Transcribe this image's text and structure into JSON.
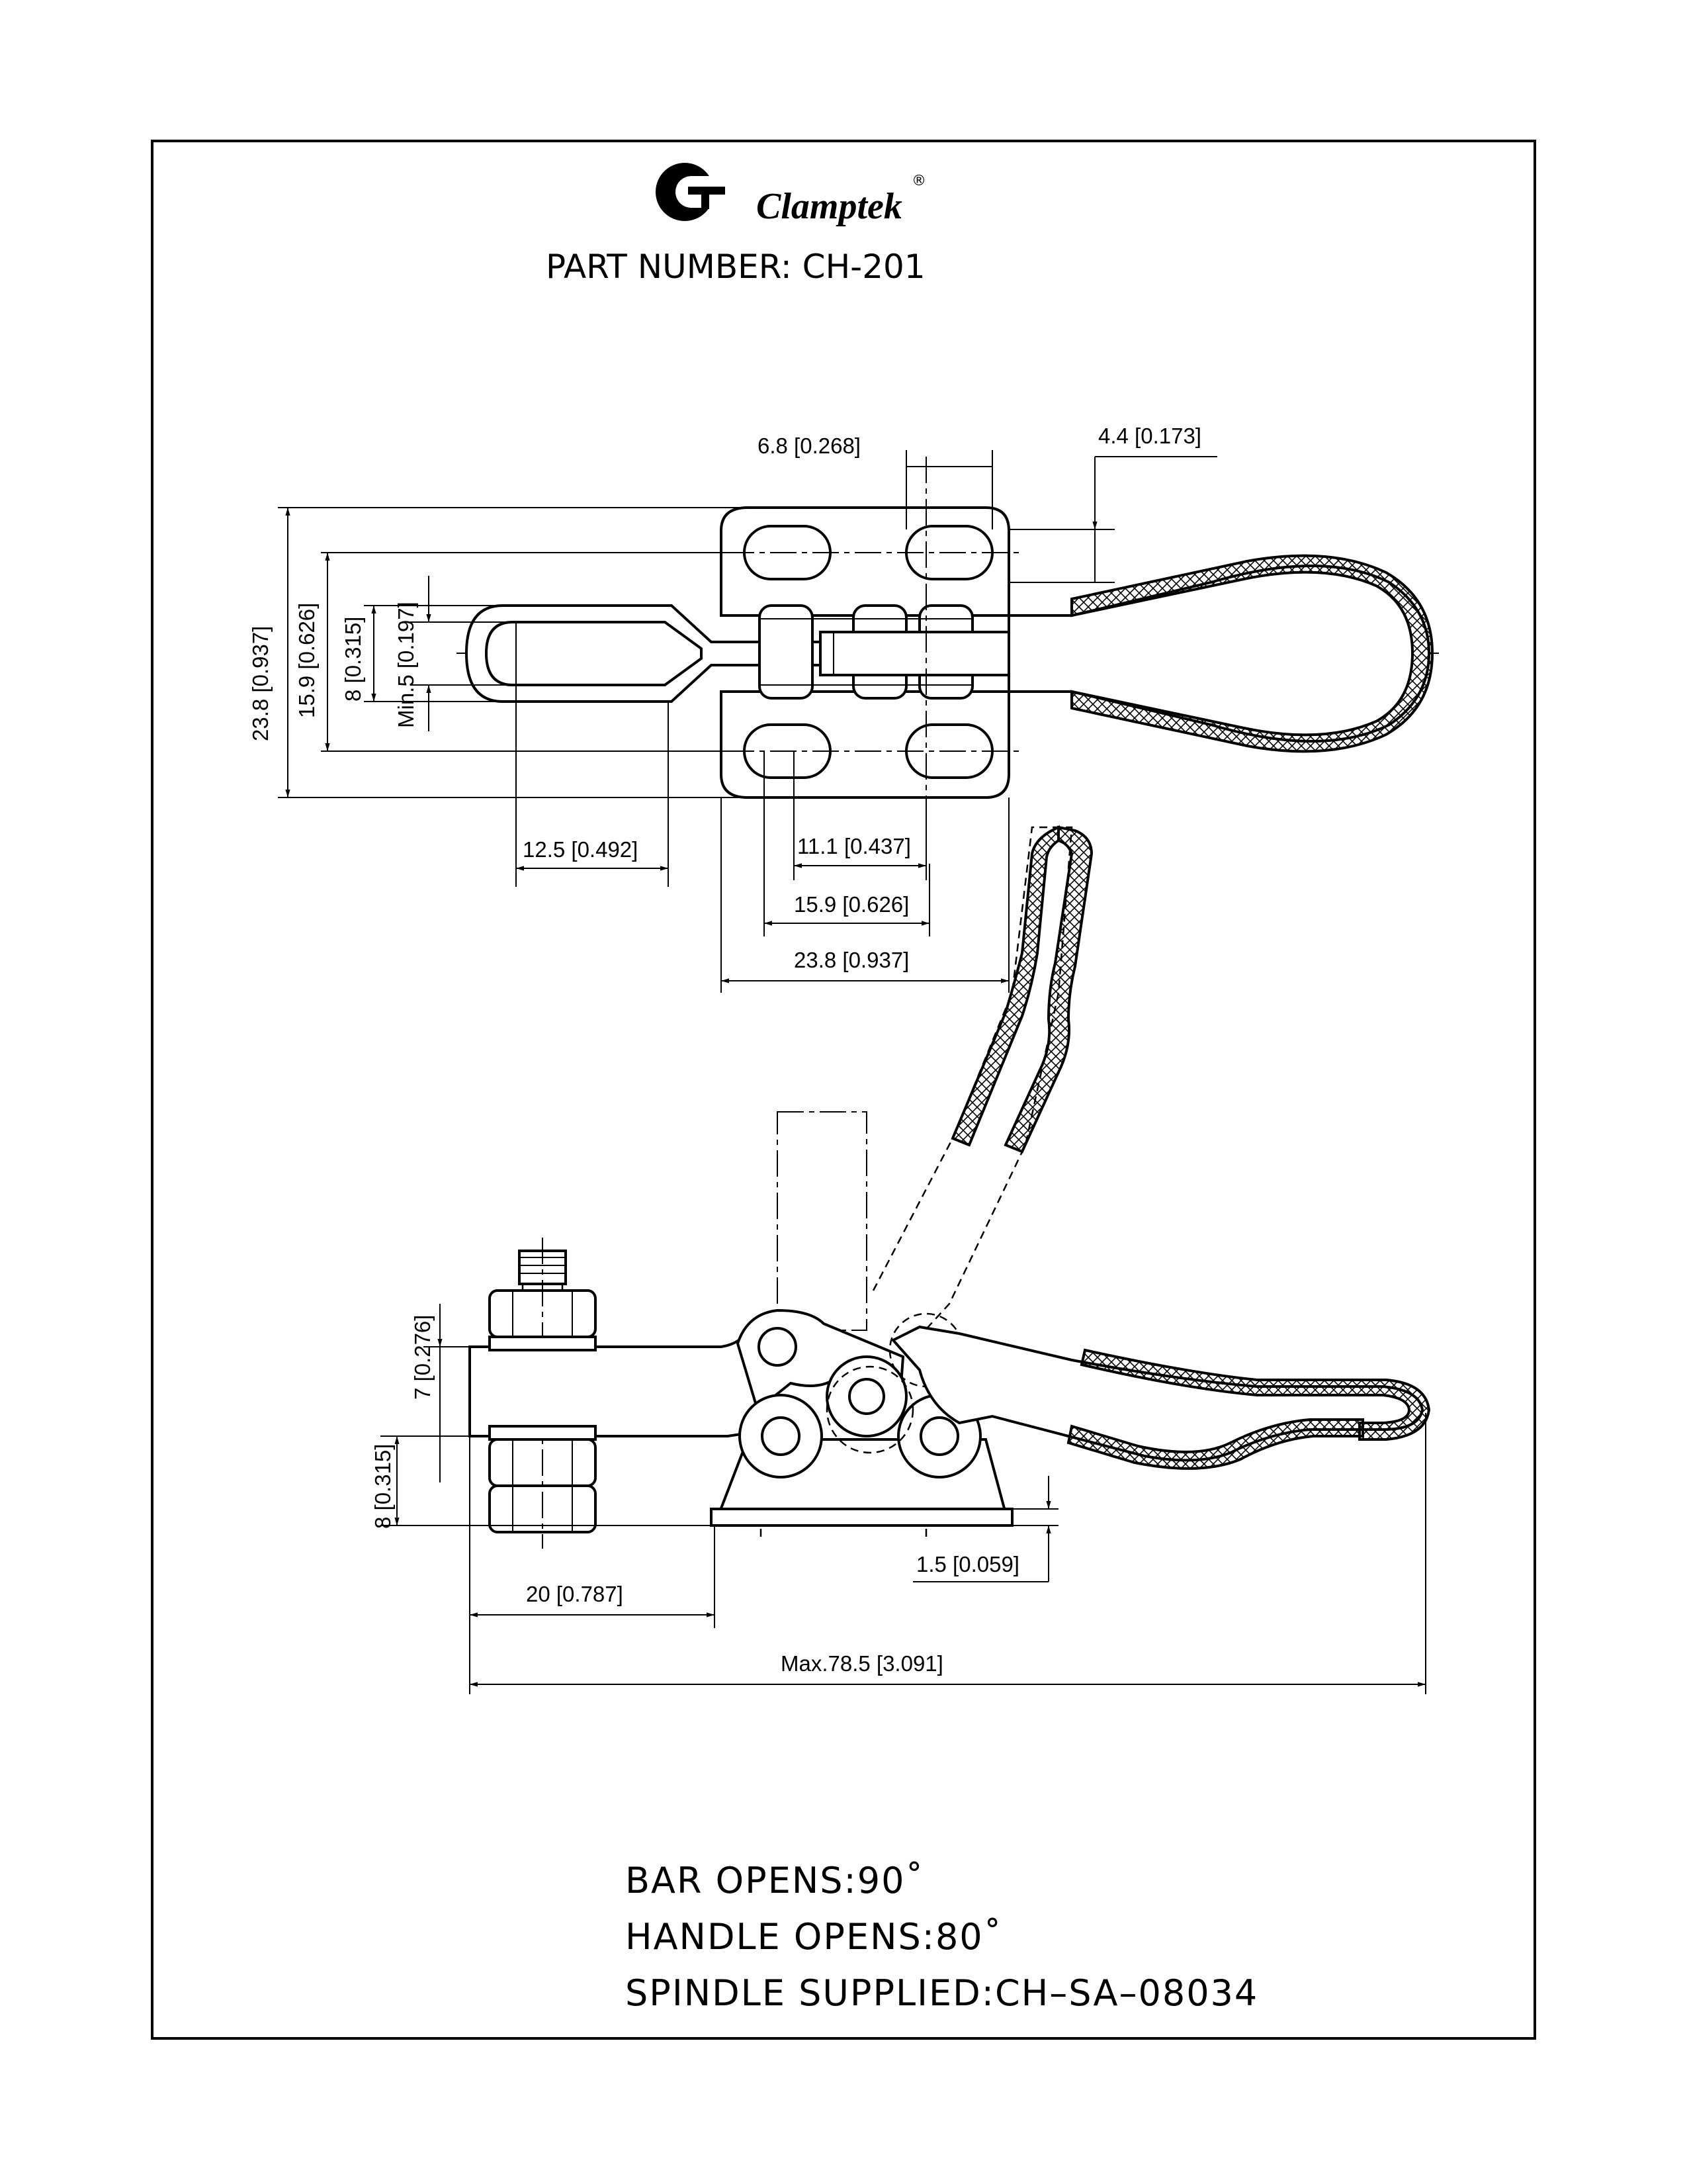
{
  "brand": {
    "name": "Clamptek",
    "registered": "®",
    "logo_icon": "clamptek-g-logo-icon"
  },
  "part_number_label": "PART NUMBER: CH-201",
  "top_view": {
    "dimensions": {
      "d_6_8": "6.8 [0.268]",
      "d_4_4": "4.4 [0.173]",
      "d_23_8_v": "23.8 [0.937]",
      "d_15_9_v": "15.9 [0.626]",
      "d_8_v": "8 [0.315]",
      "d_min5": "Min.5 [0.197]",
      "d_12_5": "12.5 [0.492]",
      "d_11_1": "11.1 [0.437]",
      "d_15_9_h": "15.9 [0.626]",
      "d_23_8_h": "23.8 [0.937]"
    }
  },
  "side_view": {
    "dimensions": {
      "d_7": "7 [0.276]",
      "d_8": "8 [0.315]",
      "d_1_5": "1.5 [0.059]",
      "d_20": "20 [0.787]",
      "d_max": "Max.78.5 [3.091]"
    }
  },
  "notes": {
    "bar_opens": "BAR  OPENS:90˚",
    "handle_opens": "HANDLE  OPENS:80˚",
    "spindle": "SPINDLE  SUPPLIED:CH–SA–08034"
  }
}
